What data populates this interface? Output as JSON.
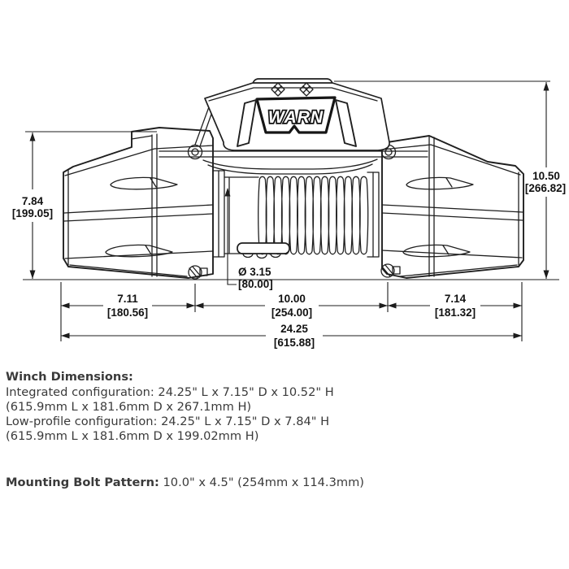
{
  "drawing": {
    "brand": "WARN",
    "dims": {
      "height_low": {
        "in": "7.84",
        "mm": "[199.05]"
      },
      "height_integrated": {
        "in": "10.50",
        "mm": "[266.82]"
      },
      "drum_diameter": {
        "in": "Ø 3.15",
        "mm": "[80.00]"
      },
      "left_offset": {
        "in": "7.11",
        "mm": "[180.56]"
      },
      "bolt_pattern": {
        "in": "10.00",
        "mm": "[254.00]"
      },
      "right_offset": {
        "in": "7.14",
        "mm": "[181.32]"
      },
      "overall_length": {
        "in": "24.25",
        "mm": "[615.88]"
      }
    }
  },
  "specs": {
    "dimensions_heading": "Winch Dimensions:",
    "lines": [
      "Integrated configuration: 24.25\" L x 7.15\" D x 10.52\" H",
      "(615.9mm L x 181.6mm D x 267.1mm H)",
      "Low-profile configuration: 24.25\" L x 7.15\" D x 7.84\" H",
      "(615.9mm L x 181.6mm D x 199.02mm H)"
    ],
    "mounting_heading": "Mounting Bolt Pattern:",
    "mounting_value": "10.0\" x 4.5\" (254mm x 114.3mm)"
  },
  "colors": {
    "line": "#1f1f1f",
    "text": "#3a3a3a"
  }
}
